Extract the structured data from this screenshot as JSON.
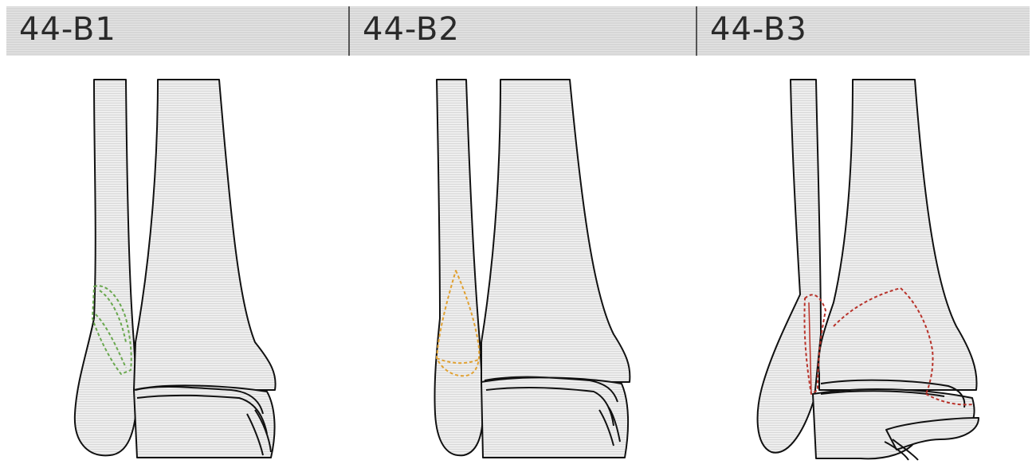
{
  "header": {
    "panels": [
      {
        "label": "44-B1"
      },
      {
        "label": "44-B2"
      },
      {
        "label": "44-B3"
      }
    ]
  },
  "colors": {
    "outline": "#111111",
    "bone_fill": "#e6e6e6",
    "b1_fragment": "#6aa84f",
    "b2_fragment": "#e0a030",
    "b3_fragment": "#b8322a"
  }
}
